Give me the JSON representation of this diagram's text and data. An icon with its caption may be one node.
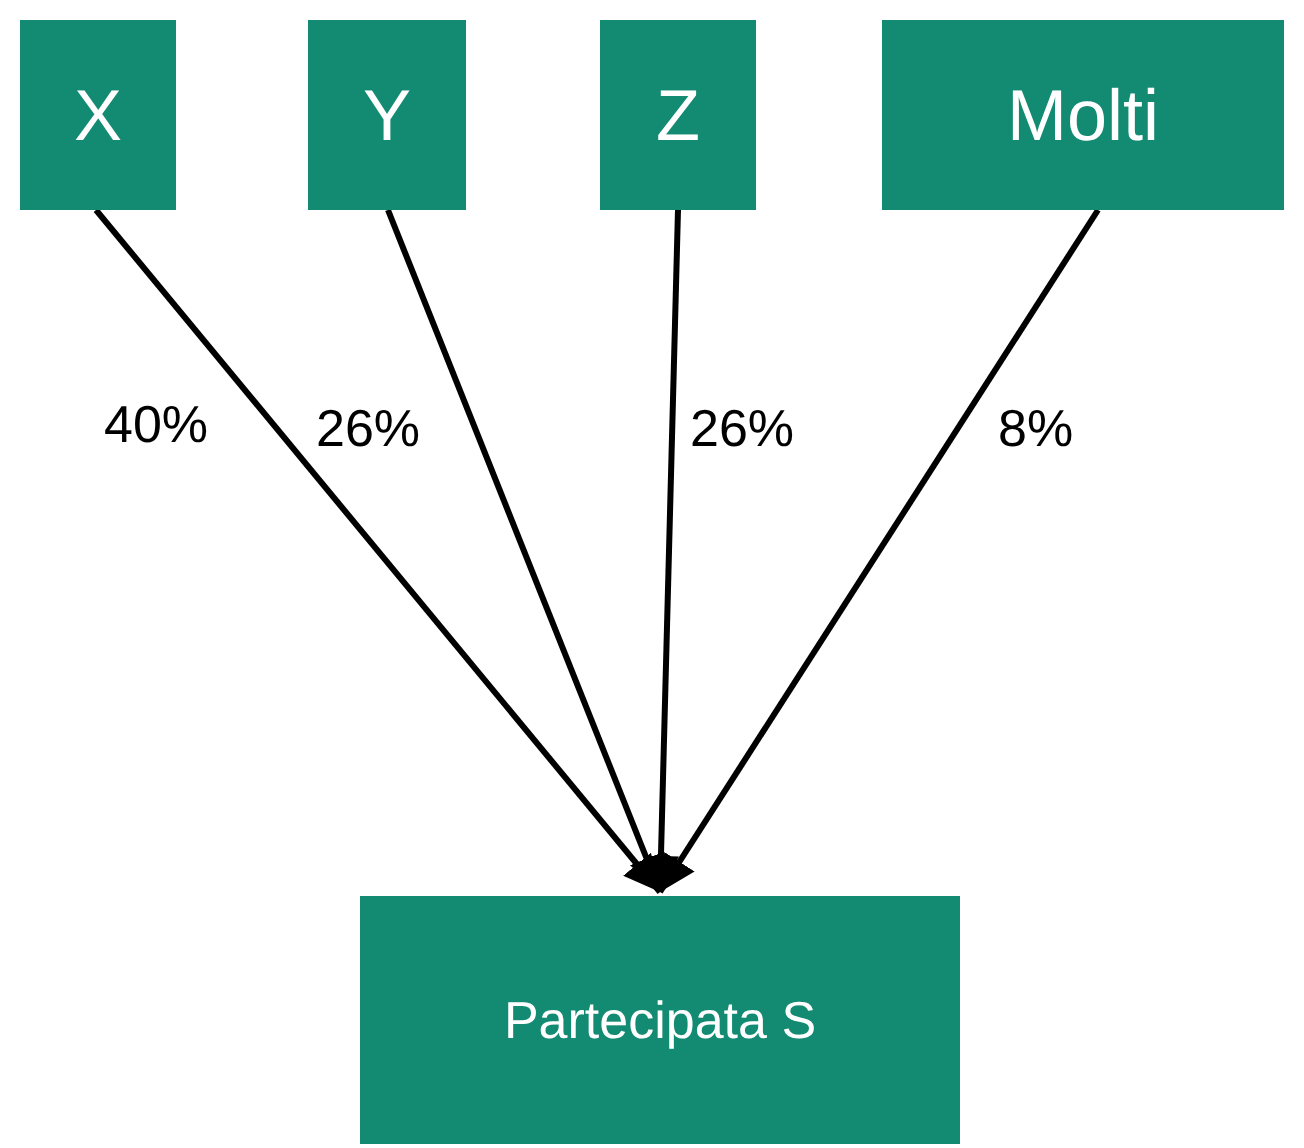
{
  "diagram": {
    "nodes": [
      {
        "text": [
          "X"
        ]
      },
      {
        "text": [
          "Y"
        ]
      },
      {
        "text": [
          "Z"
        ]
      },
      {
        "text": [
          "Molti"
        ]
      },
      {
        "text": [
          "Partecipata S"
        ]
      }
    ],
    "edges": [
      {
        "from": 0,
        "to": 4,
        "arrow": "to",
        "label": "40%"
      },
      {
        "from": 1,
        "to": 4,
        "arrow": "to",
        "label": "26%"
      },
      {
        "from": 2,
        "to": 4,
        "arrow": "to",
        "label": "26%"
      },
      {
        "from": 3,
        "to": 4,
        "arrow": "to",
        "label": "8%"
      }
    ]
  }
}
